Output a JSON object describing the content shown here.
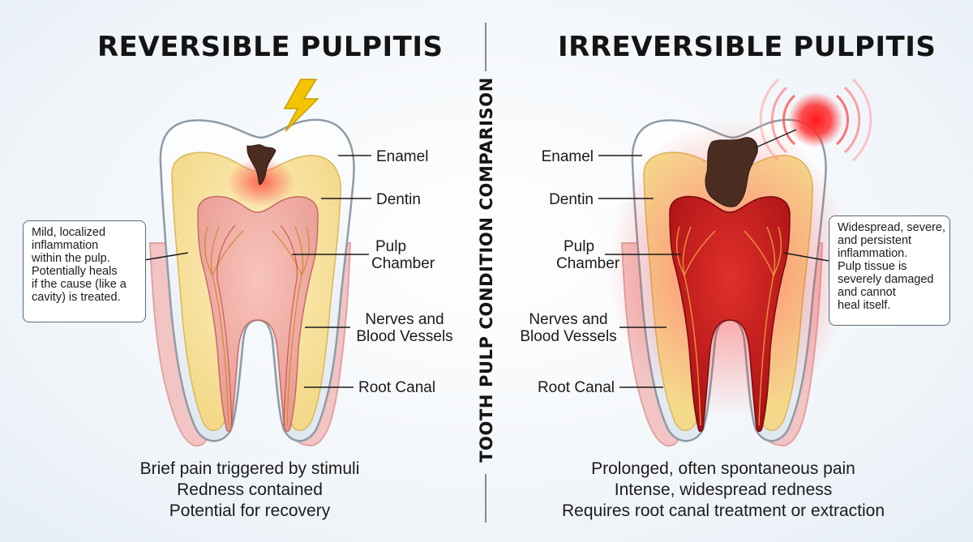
{
  "vertical_title": "TOOTH PULP CONDITION COMPARISON",
  "left": {
    "title": "REVERSIBLE PULPITIS",
    "labels": {
      "enamel": "Enamel",
      "dentin": "Dentin",
      "pulp_line1": "Pulp",
      "pulp_line2": "Chamber",
      "nerves_line1": "Nerves and",
      "nerves_line2": "Blood Vessels",
      "root_canal": "Root Canal"
    },
    "note": [
      "Mild, localized",
      "inflammation",
      "within the pulp.",
      "Potentially heals",
      "if the cause (like a",
      "cavity) is treated."
    ],
    "summary": [
      "Brief pain triggered by stimuli",
      "Redness contained",
      "Potential for recovery"
    ]
  },
  "right": {
    "title": "IRREVERSIBLE PULPITIS",
    "labels": {
      "enamel": "Enamel",
      "dentin": "Dentin",
      "pulp_line1": "Pulp",
      "pulp_line2": "Chamber",
      "nerves_line1": "Nerves and",
      "nerves_line2": "Blood Vessels",
      "root_canal": "Root Canal"
    },
    "note": [
      "Widespread, severe,",
      "and persistent",
      "inflammation.",
      "Pulp tissue is",
      "severely damaged",
      "and cannot",
      "heal itself."
    ],
    "summary": [
      "Prolonged, often spontaneous pain",
      "Intense, widespread redness",
      "Requires root canal treatment or extraction"
    ]
  },
  "colors": {
    "enamel": "#eef3f8",
    "dentin": "#f8e3a3",
    "gum": "#f2c4c4",
    "pulp_mild": "#eeaaa2",
    "pulp_severe": "#c0191c",
    "lightning": "#f5c400",
    "decay": "#4a2c20"
  },
  "icons": [
    "lightning-bolt-icon",
    "pain-radiating-icon"
  ]
}
